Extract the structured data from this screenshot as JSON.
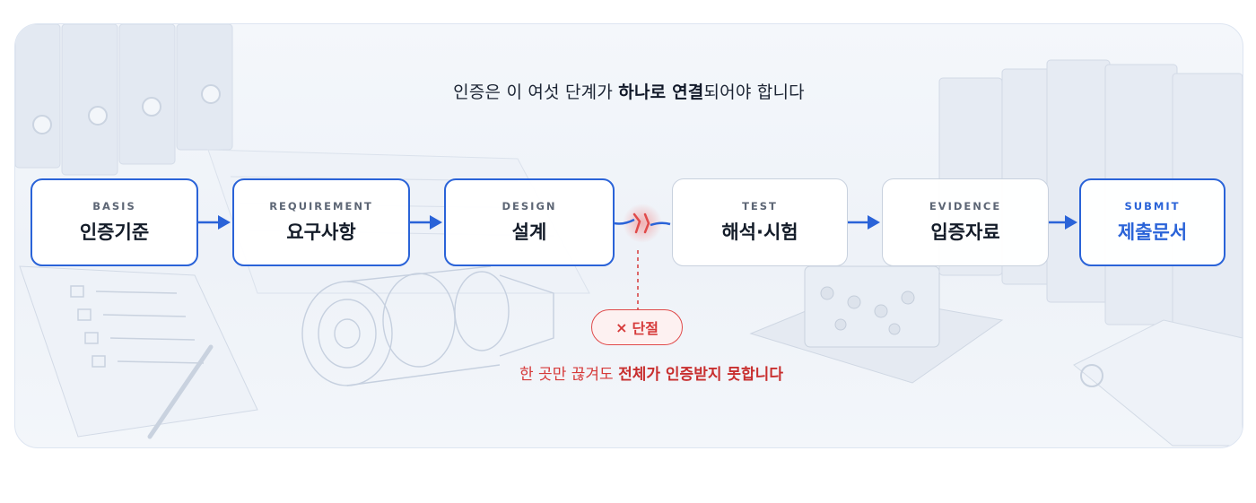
{
  "headline": {
    "pre": "인증은 이 여섯 단계가 ",
    "bold": "하나로 연결",
    "post": "되어야 합니다"
  },
  "steps": [
    {
      "en": "BASIS",
      "ko": "인증기준"
    },
    {
      "en": "REQUIREMENT",
      "ko": "요구사항"
    },
    {
      "en": "DESIGN",
      "ko": "설계"
    },
    {
      "en": "TEST",
      "ko": "해석·시험"
    },
    {
      "en": "EVIDENCE",
      "ko": "입증자료"
    },
    {
      "en": "SUBMIT",
      "ko": "제출문서"
    }
  ],
  "break_badge": {
    "icon": "×",
    "label": "단절"
  },
  "warning": {
    "pre": "한 곳만 끊겨도 ",
    "bold": "전체가 인증받지 못합니다"
  },
  "colors": {
    "accent": "#2a63d8",
    "danger": "#d63a3a",
    "muted_border": "#c8d1de"
  }
}
